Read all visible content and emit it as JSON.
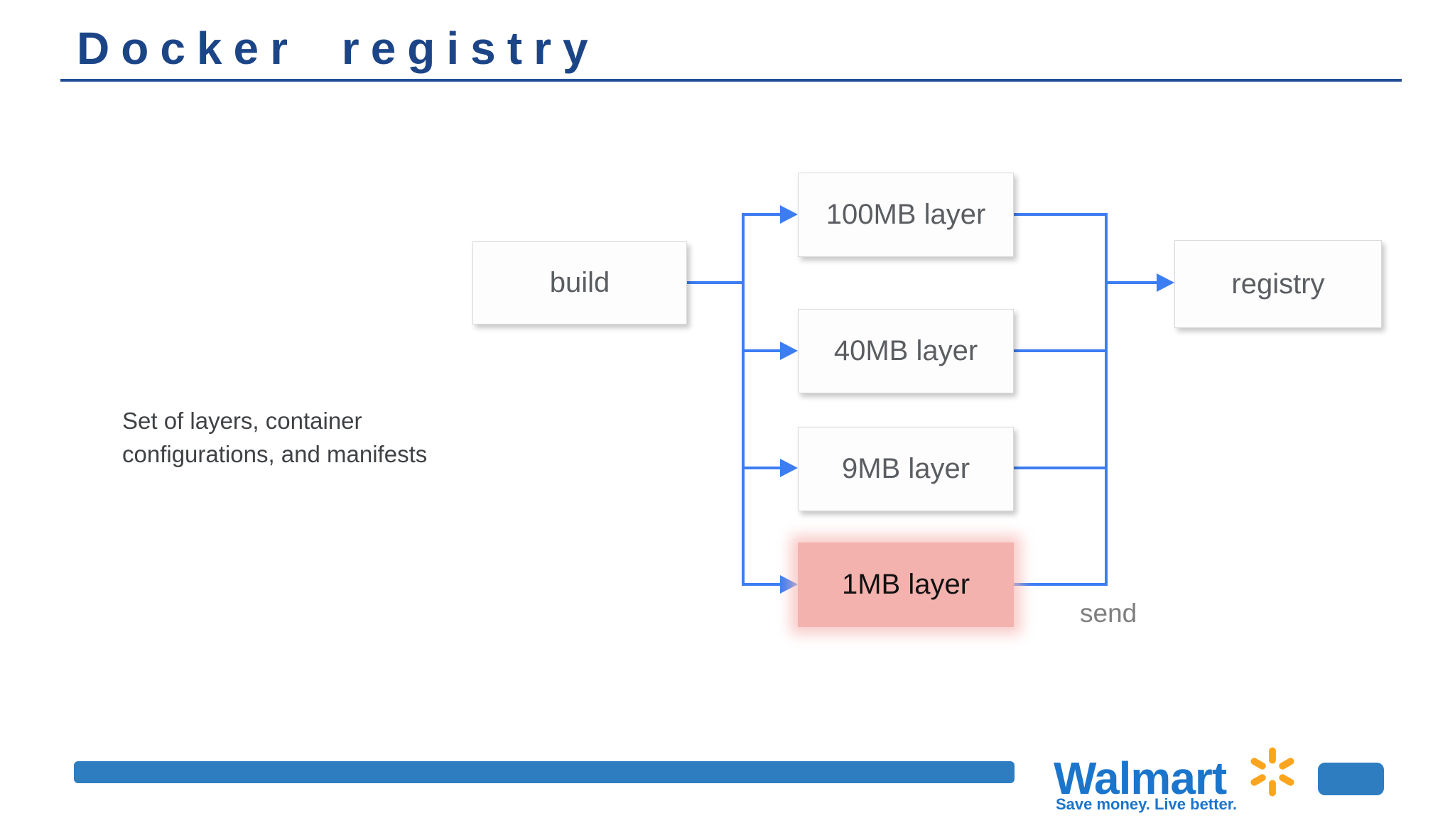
{
  "slide": {
    "title": "Docker registry",
    "description": "Set of layers, container configurations, and manifests"
  },
  "diagram": {
    "build_node": {
      "label": "build"
    },
    "layer_nodes": [
      {
        "label": "100MB layer",
        "highlighted": false
      },
      {
        "label": "40MB layer",
        "highlighted": false
      },
      {
        "label": "9MB layer",
        "highlighted": false
      },
      {
        "label": "1MB layer",
        "highlighted": true
      }
    ],
    "registry_node": {
      "label": "registry"
    },
    "edge_label": "send"
  },
  "footer": {
    "brand_wordmark": "Walmart",
    "brand_tagline": "Save money. Live better.",
    "spark_icon": "walmart-spark-icon"
  },
  "colors": {
    "title-navy": "#1c4587",
    "underline-blue": "#1f4e96",
    "connector-blue": "#3d7df2",
    "node-bg": "#fdfdfd",
    "node-border": "#d9d9d9",
    "node-text": "#5a5d61",
    "highlight-pink": "#f3b2ae",
    "highlight-text": "#111111",
    "body-text": "#3f4245",
    "send-gray": "#7f7f7f",
    "footer-blue": "#2e7dc1",
    "walmart-blue": "#1b75cc",
    "spark-yellow": "#fba51e"
  }
}
